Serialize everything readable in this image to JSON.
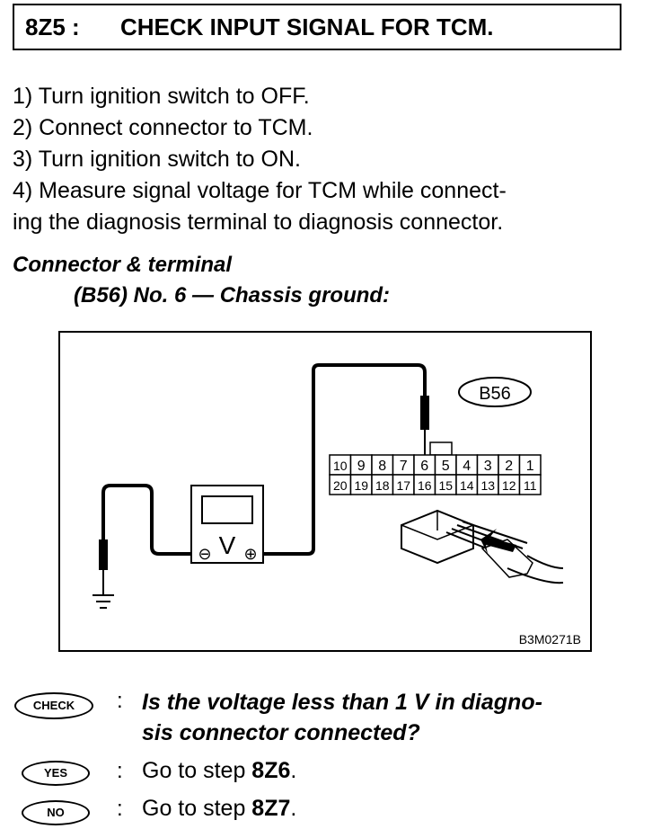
{
  "header": {
    "step_id": "8Z5 :",
    "title": "CHECK INPUT SIGNAL FOR TCM."
  },
  "steps": [
    "1)  Turn ignition switch to OFF.",
    "2)  Connect connector to TCM.",
    "3)  Turn ignition switch to ON.",
    "4)  Measure signal voltage for TCM while connect-",
    "ing the diagnosis terminal to diagnosis connector."
  ],
  "connector": {
    "heading": "Connector & terminal",
    "spec": "(B56) No. 6 — Chassis ground:"
  },
  "figure": {
    "connector_id": "B56",
    "pins_top": [
      "10",
      "9",
      "8",
      "7",
      "6",
      "5",
      "4",
      "3",
      "2",
      "1"
    ],
    "pins_bottom": [
      "20",
      "19",
      "18",
      "17",
      "16",
      "15",
      "14",
      "13",
      "12",
      "11"
    ],
    "voltmeter_symbol": "V",
    "minus_symbol": "⊖",
    "plus_symbol": "⊕",
    "code": "B3M0271B"
  },
  "check": {
    "badge": "CHECK",
    "colon": ":",
    "question_line1": "Is the voltage less than 1 V in diagno-",
    "question_line2": "sis connector connected?"
  },
  "yes": {
    "badge": "YES",
    "prefix": "Go to step ",
    "target": "8Z6",
    "suffix": "."
  },
  "no": {
    "badge": "NO",
    "prefix": "Go to step ",
    "target": "8Z7",
    "suffix": "."
  }
}
